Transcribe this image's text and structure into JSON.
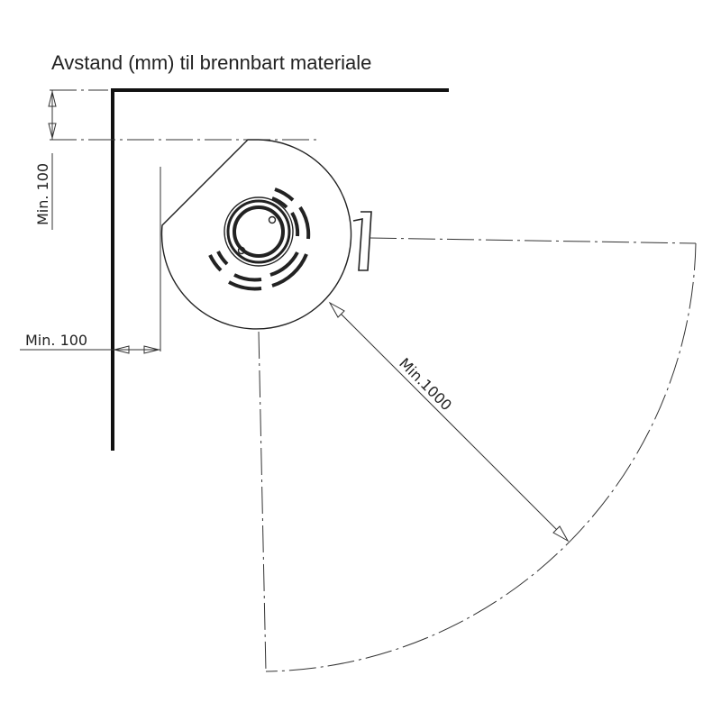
{
  "title": "Avstand (mm) til brennbart materiale",
  "dimensions": {
    "back_wall": "Min. 100",
    "side_wall": "Min. 100",
    "front": "Min.1000"
  }
}
